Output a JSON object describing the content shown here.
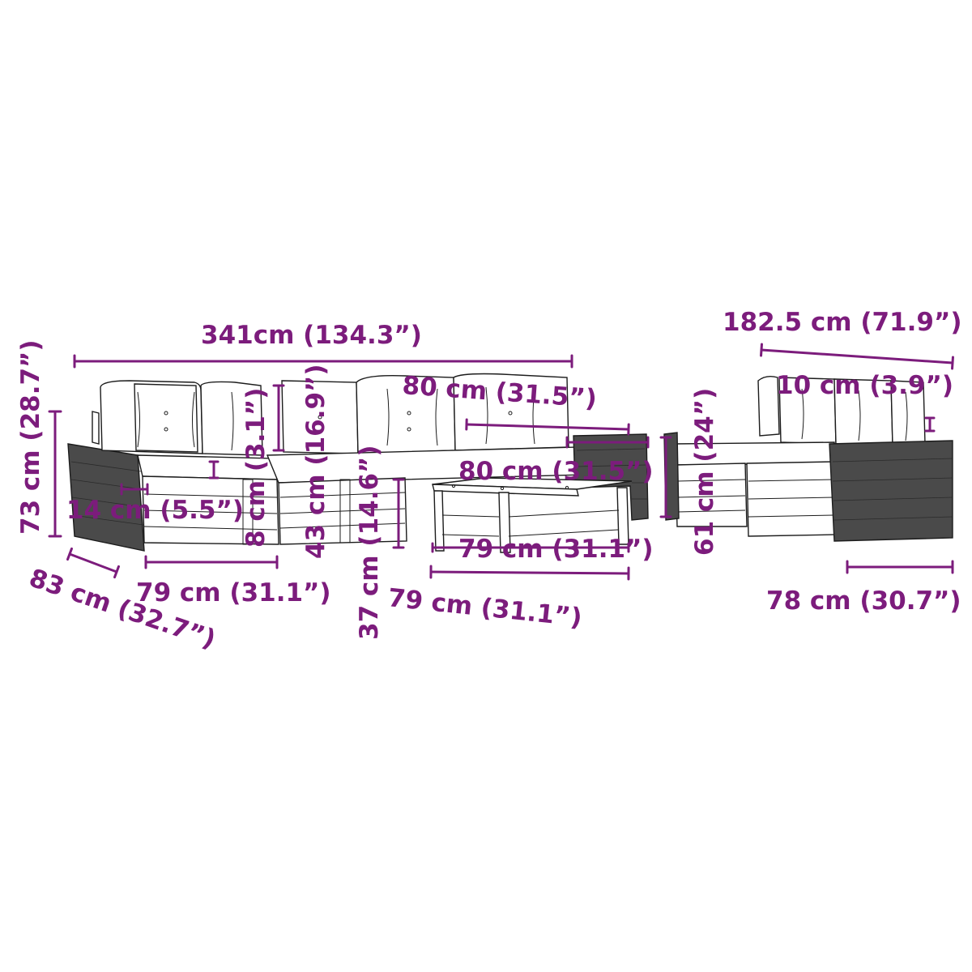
{
  "colors": {
    "dimension": "#7c1c7c",
    "outline": "#1c1c1c",
    "rattan": "#4a4a4a",
    "background": "#ffffff"
  },
  "dimensions": {
    "overall_width": "341cm (134.3”)",
    "corner_width": "182.5 cm (71.9”)",
    "seat_width_top": "80 cm (31.5”)",
    "cushion_thickness": "10 cm (3.9”)",
    "total_height": "73 cm (28.7”)",
    "backrest_height": "43 cm (16.9”)",
    "armrest_offset": "8 cm (3.1”)",
    "arm_width": "14 cm (5.5”)",
    "seat_height": "37 cm (14.6”)",
    "table_width": "80 cm (31.5”)",
    "table_height": "61 cm (24”)",
    "table_depth": "79 cm (31.1”)",
    "table_length": "79 cm (31.1”)",
    "seat_depth": "79 cm (31.1”)",
    "depth": "83 cm (32.7”)",
    "corner_depth": "78 cm (30.7”)"
  }
}
